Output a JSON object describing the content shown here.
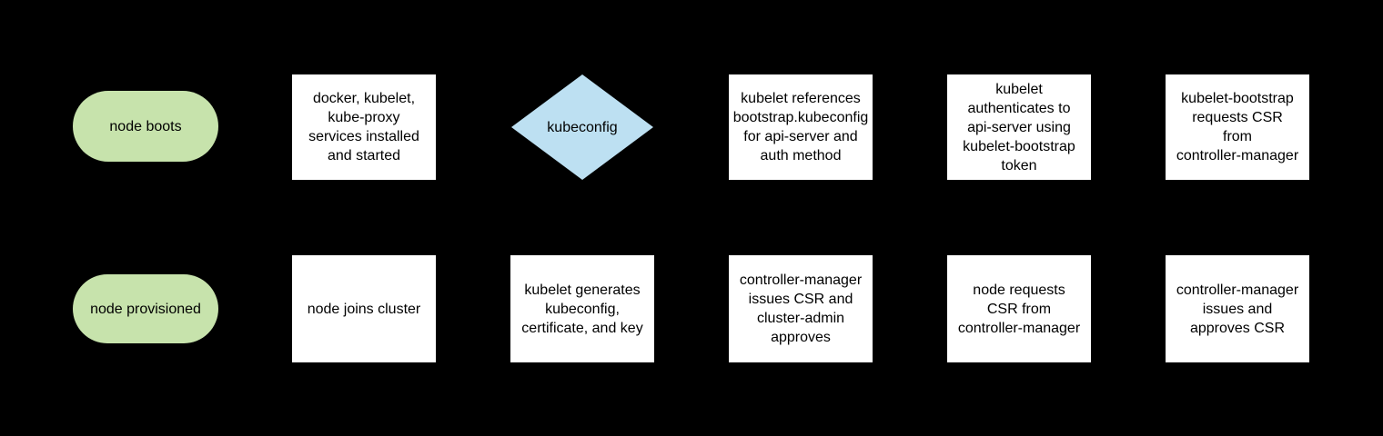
{
  "flowchart": {
    "background_color": "#000000",
    "text_color": "#000000",
    "shape_colors": {
      "terminator": "#c7e3ac",
      "process": "#ffffff",
      "decision": "#bde0f2"
    },
    "rows": [
      {
        "nodes": [
          {
            "type": "terminator",
            "label": "node boots"
          },
          {
            "type": "process",
            "label": "docker, kubelet,\nkube-proxy\nservices installed\nand started"
          },
          {
            "type": "decision",
            "label": "kubeconfig"
          },
          {
            "type": "process",
            "label": "kubelet references\nbootstrap.kubeconfig\nfor api-server and\nauth method"
          },
          {
            "type": "process",
            "label": "kubelet\nauthenticates to\napi-server using\nkubelet-bootstrap\ntoken"
          },
          {
            "type": "process",
            "label": "kubelet-bootstrap\nrequests CSR\nfrom\ncontroller-manager"
          }
        ]
      },
      {
        "nodes": [
          {
            "type": "terminator",
            "label": "node provisioned"
          },
          {
            "type": "process",
            "label": "node joins cluster"
          },
          {
            "type": "process",
            "label": "kubelet generates\nkubeconfig,\ncertificate, and key"
          },
          {
            "type": "process",
            "label": "controller-manager\nissues CSR and\ncluster-admin\napproves"
          },
          {
            "type": "process",
            "label": "node requests\nCSR from\ncontroller-manager"
          },
          {
            "type": "process",
            "label": "controller-manager\nissues and\napproves CSR"
          }
        ]
      }
    ]
  }
}
